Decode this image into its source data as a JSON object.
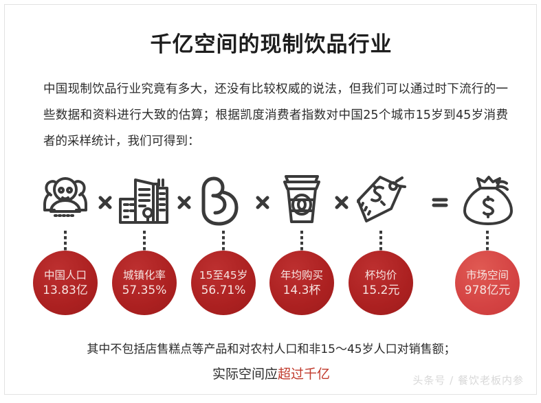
{
  "title": "千亿空间的现制饮品行业",
  "paragraph": "中国现制饮品行业究竟有多大，还没有比较权威的说法，但我们可以通过时下流行的一些数据和资料进行大致的估算；根据凯度消费者指数对中国25个城市15岁到45岁消费者的采样统计，我们可得到：",
  "colors": {
    "bubble_dark": "#ab2020",
    "bubble_bright": "#d44343",
    "highlight_red": "#c0392b",
    "icon_stroke": "#3a3a3a",
    "text": "#2b2b2b",
    "card_border": "#e2e2e2"
  },
  "factors": [
    {
      "icon": "people-group-icon",
      "label": "中国人口",
      "value": "13.83亿",
      "operator": "×",
      "tone": "dark"
    },
    {
      "icon": "city-buildings-icon",
      "label": "城镇化率",
      "value": "57.35%",
      "operator": "×",
      "tone": "dark"
    },
    {
      "icon": "flexed-arm-icon",
      "label": "15至45岁",
      "value": "56.71%",
      "operator": "×",
      "tone": "dark"
    },
    {
      "icon": "coffee-cup-icon",
      "label": "年均购买",
      "value": "14.3杯",
      "operator": "×",
      "tone": "dark"
    },
    {
      "icon": "price-tag-icon",
      "label": "杯均价",
      "value": "15.2元",
      "operator": "=",
      "tone": "dark"
    },
    {
      "icon": "money-bag-icon",
      "label": "市场空间",
      "value": "978亿元",
      "operator": "",
      "tone": "bright"
    }
  ],
  "notes": {
    "line1": "其中不包括店售糕点等产品和对农村人口和非15～45岁人口对销售额；",
    "line2_plain": "实际空间应",
    "line2_highlight": "超过千亿"
  },
  "watermark": "头条号 / 餐饮老板内参"
}
